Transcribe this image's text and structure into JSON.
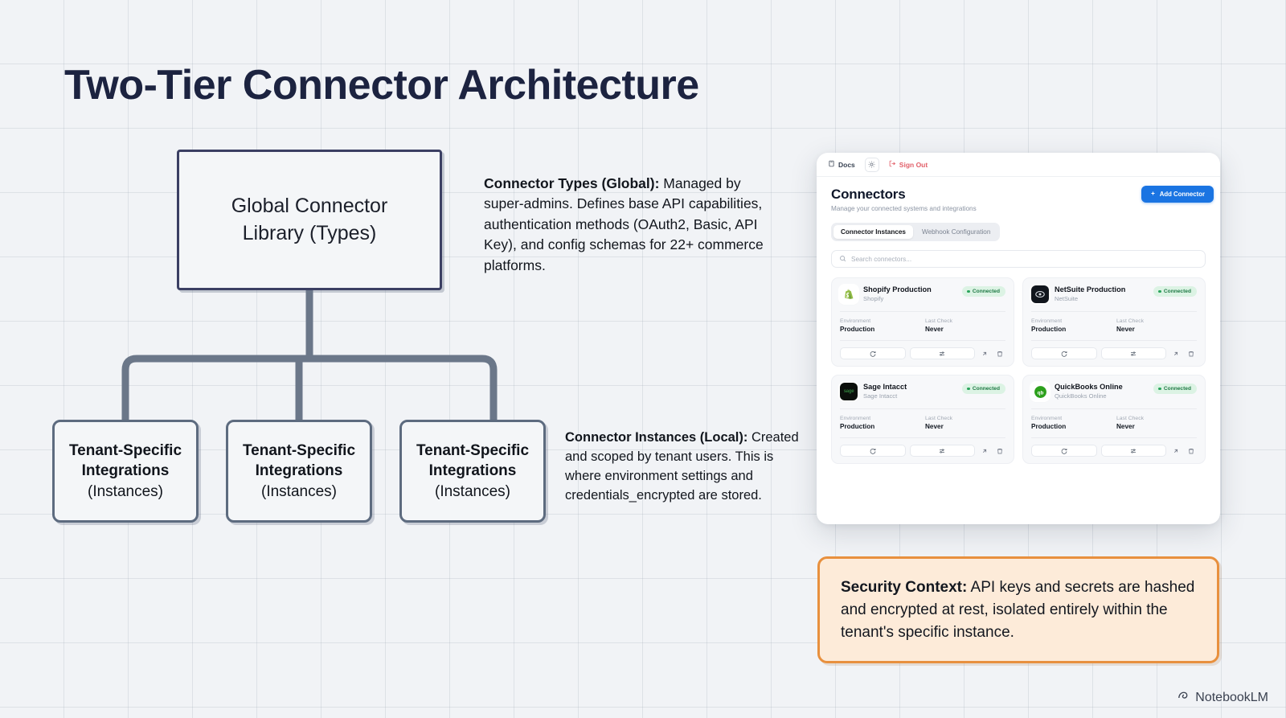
{
  "page": {
    "title": "Two-Tier Connector Architecture",
    "background_color": "#f1f3f6",
    "brand": "NotebookLM"
  },
  "diagram": {
    "root_node": {
      "line1": "Global Connector",
      "line2": "Library (Types)",
      "border_color": "#3b3f63"
    },
    "leaf_nodes": [
      {
        "line1": "Tenant-Specific",
        "line2": "Integrations",
        "line3": "(Instances)"
      },
      {
        "line1": "Tenant-Specific",
        "line2": "Integrations",
        "line3": "(Instances)"
      },
      {
        "line1": "Tenant-Specific",
        "line2": "Integrations",
        "line3": "(Instances)"
      }
    ],
    "connector_color": "#6b7789"
  },
  "annotations": {
    "types": {
      "lead": "Connector Types (Global):",
      "body": " Managed by super-admins. Defines base API capabilities, authentication methods (OAuth2, Basic, API Key), and config schemas for 22+ commerce platforms."
    },
    "instances": {
      "lead": "Connector Instances (Local):",
      "body": " Created and scoped by tenant users. This is where environment settings and credentials_encrypted are stored."
    }
  },
  "security_callout": {
    "lead": "Security Context:",
    "body": " API keys and secrets are hashed and encrypted at rest, isolated entirely within the tenant's specific instance.",
    "border_color": "#e8903e",
    "background_color": "#fdebd9"
  },
  "app": {
    "topbar": {
      "docs_label": "Docs",
      "theme_icon": "sun-icon",
      "signout_label": "Sign Out",
      "signout_color": "#e2606a"
    },
    "header": {
      "title": "Connectors",
      "subtitle": "Manage your connected systems and integrations",
      "add_button_label": "Add Connector",
      "add_button_color": "#1a74e2"
    },
    "tabs": [
      {
        "label": "Connector Instances",
        "active": true
      },
      {
        "label": "Webhook Configuration",
        "active": false
      }
    ],
    "search": {
      "placeholder": "Search connectors..."
    },
    "card_labels": {
      "environment": "Environment",
      "last_check": "Last Check"
    },
    "cards": [
      {
        "name": "Shopify Production",
        "vendor": "Shopify",
        "status": "Connected",
        "environment": "Production",
        "last_check": "Never",
        "logo_glyph": "S",
        "logo_class": "logo-shopify"
      },
      {
        "name": "NetSuite Production",
        "vendor": "NetSuite",
        "status": "Connected",
        "environment": "Production",
        "last_check": "Never",
        "logo_glyph": "N",
        "logo_class": "logo-netsuite"
      },
      {
        "name": "Sage Intacct",
        "vendor": "Sage Intacct",
        "status": "Connected",
        "environment": "Production",
        "last_check": "Never",
        "logo_glyph": "s",
        "logo_class": "logo-sage"
      },
      {
        "name": "QuickBooks Online",
        "vendor": "QuickBooks Online",
        "status": "Connected",
        "environment": "Production",
        "last_check": "Never",
        "logo_glyph": "qb",
        "logo_class": "logo-qb"
      }
    ],
    "card_actions": [
      "sync-icon",
      "settings-sliders-icon",
      "external-link-icon",
      "trash-icon"
    ]
  }
}
